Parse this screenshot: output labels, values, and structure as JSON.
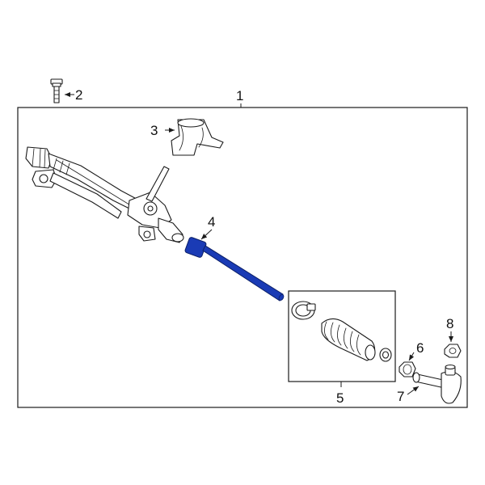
{
  "diagram": {
    "highlight_color": "#1a3bb5",
    "line_color": "#1a1a1a",
    "callouts": {
      "c1": "1",
      "c2": "2",
      "c3": "3",
      "c4": "4",
      "c5": "5",
      "c6": "6",
      "c7": "7",
      "c8": "8"
    },
    "highlighted_part": "4"
  }
}
